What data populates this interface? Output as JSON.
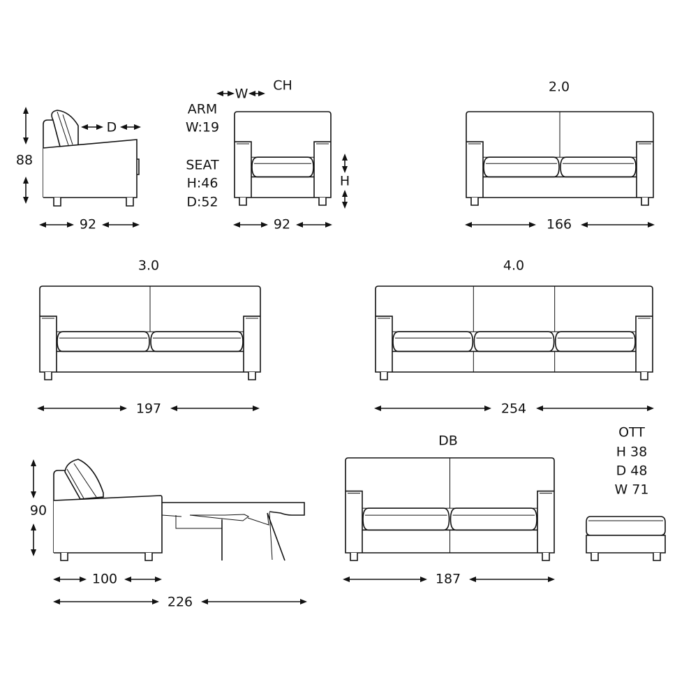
{
  "chair_side": {
    "height": "88",
    "depth_label": "D",
    "width": "92"
  },
  "chair": {
    "title": "CH",
    "w_label": "W",
    "arm_title": "ARM",
    "arm_width": "W:19",
    "seat_title": "SEAT",
    "seat_height": "H:46",
    "seat_depth": "D:52",
    "h_label": "H",
    "width": "92"
  },
  "sofa_2": {
    "title": "2.0",
    "width": "166"
  },
  "sofa_3": {
    "title": "3.0",
    "width": "197"
  },
  "sofa_4": {
    "title": "4.0",
    "width": "254"
  },
  "sofa_bed_side": {
    "height": "90",
    "closed_depth": "100",
    "open_depth": "226"
  },
  "sofa_bed": {
    "title": "DB",
    "width": "187"
  },
  "ottoman": {
    "title": "OTT",
    "height": "H 38",
    "depth": "D 48",
    "width": "W 71"
  }
}
